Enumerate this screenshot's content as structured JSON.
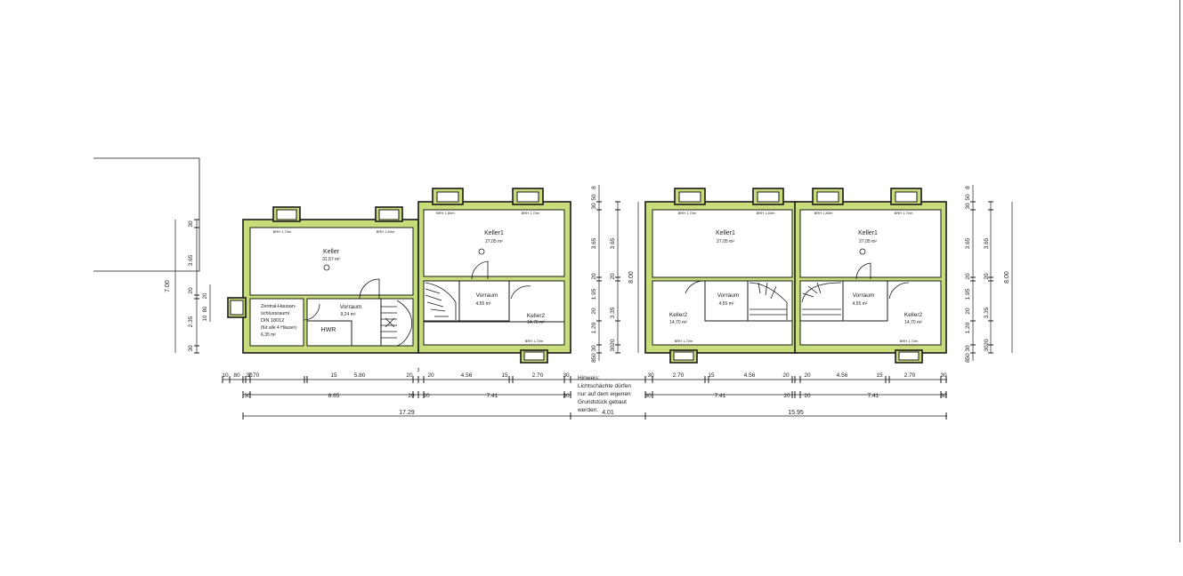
{
  "rooms": {
    "keller": {
      "name": "Keller",
      "area": "31,57 m²"
    },
    "vorraum_a": {
      "name": "Vorraum",
      "area": "9,24 m²"
    },
    "hwr": {
      "name": "HWR"
    },
    "zentral": {
      "line1": "Zentral-Hausan-",
      "line2": "schlussraum/",
      "line3": "DIN 18012",
      "line4": "(für alle 4 Häuser)",
      "area": "6,35 m²"
    },
    "keller1_b": {
      "name": "Keller1",
      "area": "27,05 m²"
    },
    "vorraum_b": {
      "name": "Vorraum",
      "area": "4,55 m²"
    },
    "keller2_b": {
      "name": "Keller2",
      "area": "14,70 m²"
    },
    "keller1_c": {
      "name": "Keller1",
      "area": "27,05 m²"
    },
    "vorraum_c": {
      "name": "Vorraum",
      "area": "4,55 m²"
    },
    "keller2_c": {
      "name": "Keller2",
      "area": "14,70 m²"
    },
    "keller1_d": {
      "name": "Keller1",
      "area": "27,05 m²"
    },
    "vorraum_d": {
      "name": "Vorraum",
      "area": "4,55 m²"
    },
    "keller2_d": {
      "name": "Keller2",
      "area": "14,70 m²"
    }
  },
  "windows": {
    "brh_170": "BRH 1,70m",
    "brh_160": "BRH 1,60m",
    "brh_180": "BRH 1,80m"
  },
  "note": {
    "line1": "Hinweis:",
    "line2": "Lichtschächte dürfen",
    "line3": "nur auf dem eigenen",
    "line4": "Grundstück gebaut",
    "line5": "werden."
  },
  "dimensions": {
    "row1": [
      "10",
      "80",
      "30",
      "2.70",
      "15",
      "5.80",
      "20",
      "20",
      "4.56",
      "15",
      "2.70",
      "30",
      "30",
      "2.70",
      "15",
      "4.56",
      "20",
      "20",
      "4.56",
      "15",
      "2.70",
      "30"
    ],
    "row2": [
      "30",
      "8.65",
      "20",
      "20",
      "7.41",
      "30",
      "30",
      "7.41",
      "20",
      "20",
      "7.41",
      "30"
    ],
    "row3": [
      "17.29",
      "4.01",
      "15.95"
    ],
    "tick3": "3",
    "left_outer": "7.00",
    "left_inner": [
      "30",
      "3.65",
      "20",
      "2.35",
      "30"
    ],
    "left_small": [
      "10",
      "80",
      "20"
    ],
    "mid_outer": "8.00",
    "mid_inner": [
      "8",
      "50",
      "30",
      "3.65",
      "20",
      "1.95",
      "20",
      "1.20",
      "30",
      "50",
      "8"
    ],
    "mid_inner2": [
      "3.65",
      "20",
      "3.35",
      "20",
      "30"
    ],
    "right_outer": "8.00",
    "right_inner": [
      "8",
      "50",
      "30",
      "3.65",
      "20",
      "1.95",
      "20",
      "1.20",
      "30",
      "50",
      "8"
    ],
    "right_inner2": [
      "3.65",
      "20",
      "3.35",
      "20",
      "30"
    ]
  }
}
